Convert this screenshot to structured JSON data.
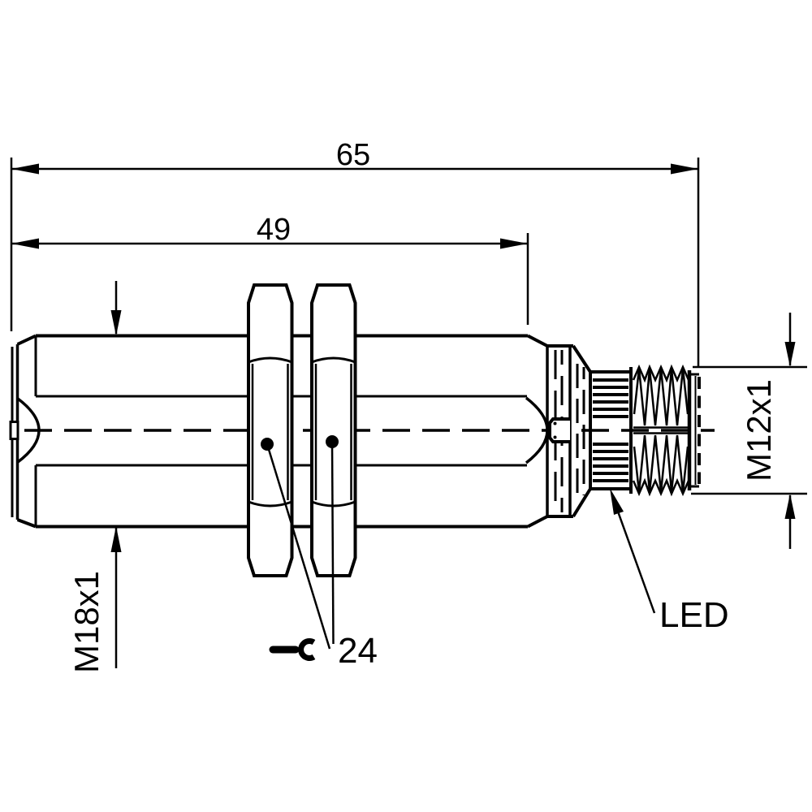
{
  "drawing": {
    "line_color": "#000000",
    "background": "#ffffff",
    "dimensions": {
      "overall_length": "65",
      "barrel_length": "49",
      "body_thread": "M18x1",
      "connector_thread": "M12x1",
      "wrench_size": "24"
    },
    "labels": {
      "led": "LED"
    },
    "icons": {
      "wrench": "wrench-icon"
    }
  }
}
